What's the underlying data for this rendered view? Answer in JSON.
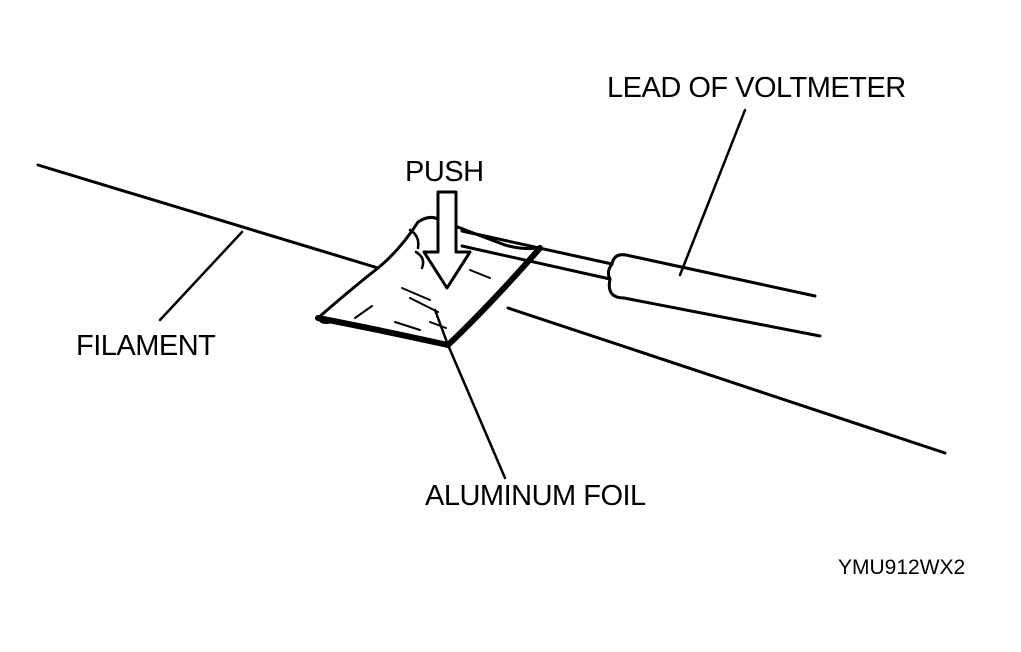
{
  "labels": {
    "lead": "LEAD OF VOLTMETER",
    "push": "PUSH",
    "filament": "FILAMENT",
    "foil": "ALUMINUM FOIL"
  },
  "figure_code": "YMU912WX2"
}
